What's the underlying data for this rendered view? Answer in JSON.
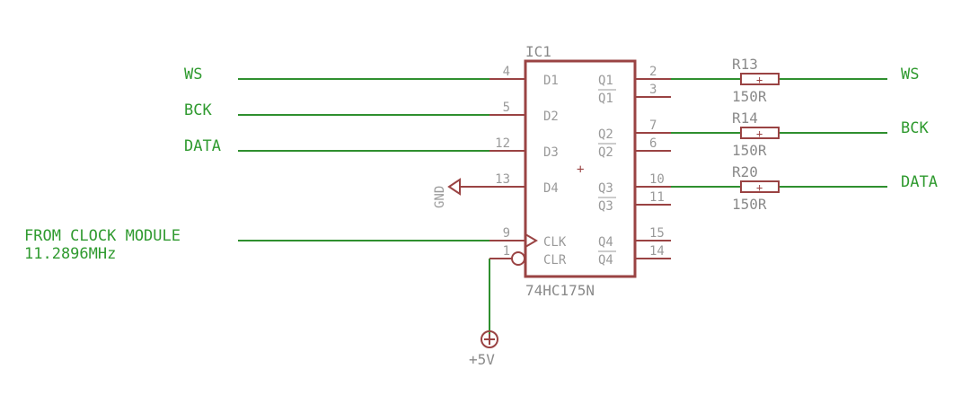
{
  "ic": {
    "ref": "IC1",
    "value": "74HC175N",
    "pins_left": [
      {
        "num": "4",
        "name": "D1"
      },
      {
        "num": "5",
        "name": "D2"
      },
      {
        "num": "12",
        "name": "D3"
      },
      {
        "num": "13",
        "name": "D4"
      },
      {
        "num": "9",
        "name": "CLK"
      },
      {
        "num": "1",
        "name": "CLR"
      }
    ],
    "pins_right": [
      {
        "num": "2",
        "name": "Q1"
      },
      {
        "num": "3",
        "name": "Q1"
      },
      {
        "num": "7",
        "name": "Q2"
      },
      {
        "num": "6",
        "name": "Q2"
      },
      {
        "num": "10",
        "name": "Q3"
      },
      {
        "num": "11",
        "name": "Q3"
      },
      {
        "num": "15",
        "name": "Q4"
      },
      {
        "num": "14",
        "name": "Q4"
      }
    ]
  },
  "input_nets": [
    "WS",
    "BCK",
    "DATA"
  ],
  "clock_net": {
    "line1": "FROM CLOCK MODULE",
    "line2": "11.2896MHz"
  },
  "gnd_label": "GND",
  "power_label": "+5V",
  "resistors": [
    {
      "ref": "R13",
      "value": "150R",
      "net": "WS"
    },
    {
      "ref": "R14",
      "value": "150R",
      "net": "BCK"
    },
    {
      "ref": "R20",
      "value": "150R",
      "net": "DATA"
    }
  ],
  "colors": {
    "wire": "#2f8f2f",
    "part": "#9a4343",
    "text": "#9a9a9a",
    "net": "#2f9a2f"
  }
}
